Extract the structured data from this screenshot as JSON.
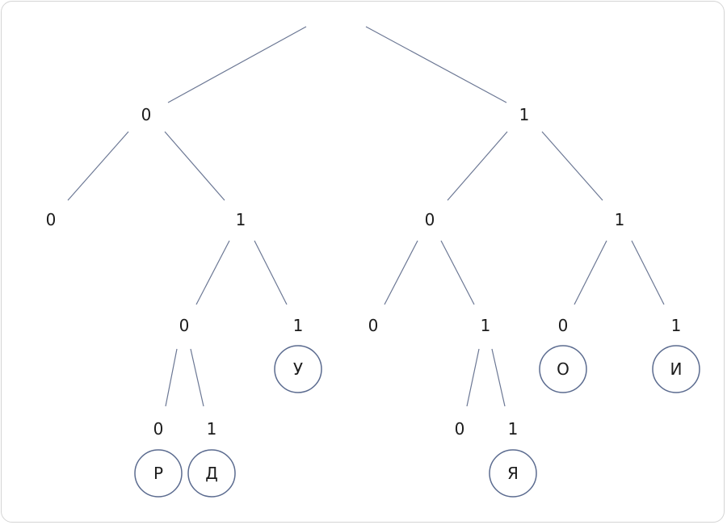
{
  "tree": {
    "bits": {
      "l": "0",
      "r": "1",
      "ll": "0",
      "lr": "1",
      "rl": "0",
      "rr": "1",
      "lrl": "0",
      "lrr": "1",
      "rll": "0",
      "rlr": "1",
      "rrl": "0",
      "rrr": "1",
      "lrll": "0",
      "lrlr": "1",
      "rlrl": "0",
      "rlrr": "1"
    },
    "leaves": {
      "lrll": "Р",
      "lrlr": "Д",
      "lrr": "У",
      "rlrr": "Я",
      "rrl": "О",
      "rrr": "И"
    }
  }
}
